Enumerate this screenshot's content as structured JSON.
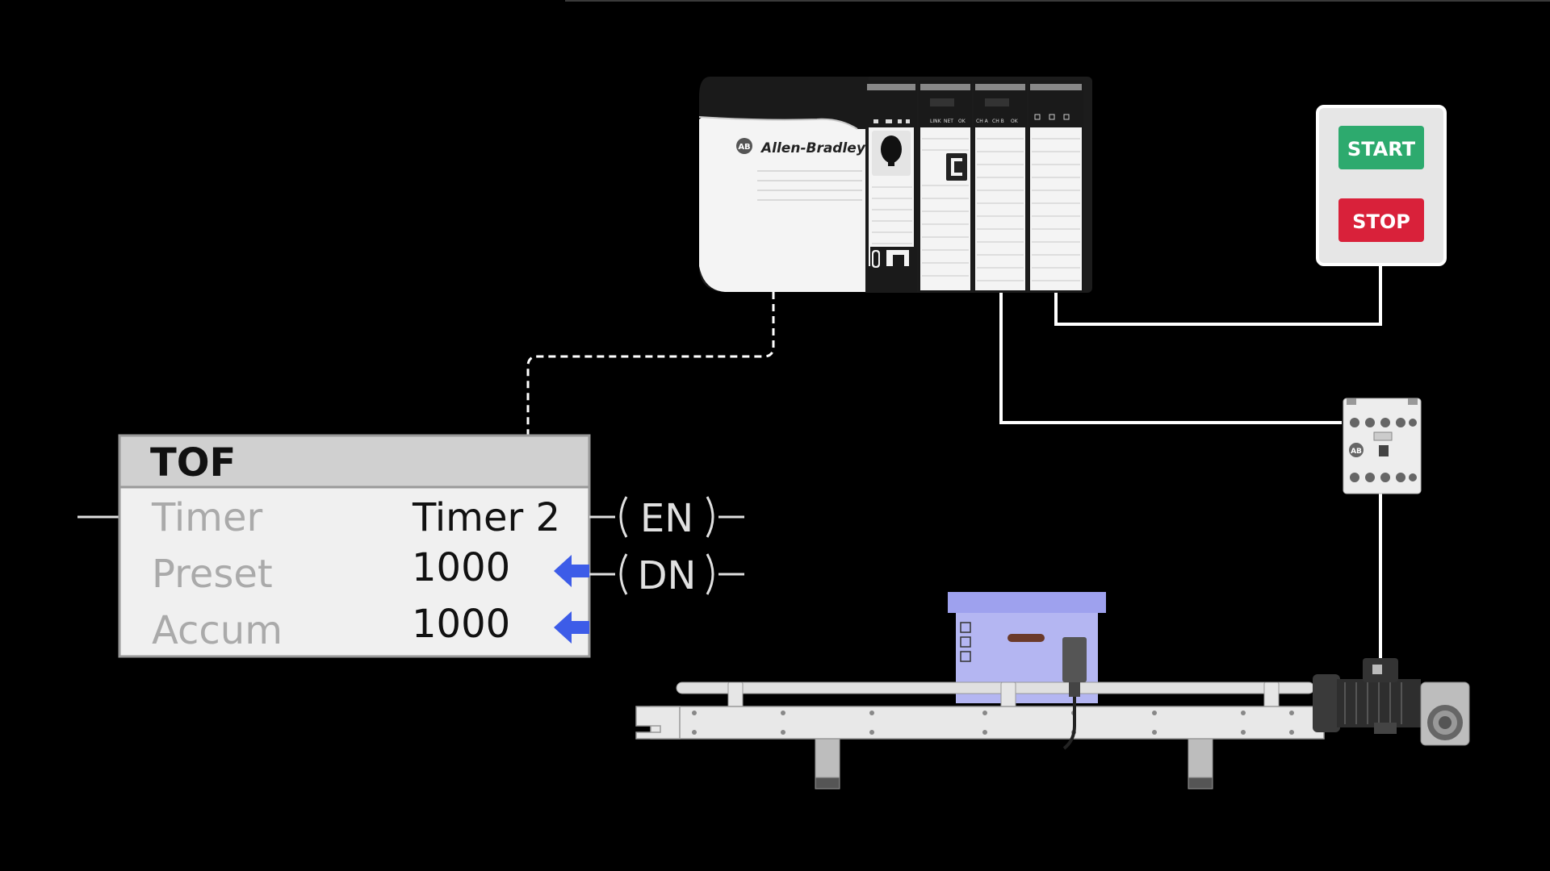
{
  "plc": {
    "brand": "Allen-Bradley",
    "logo": "AB",
    "module_labels": [
      [
        "LINK",
        "NET",
        "OK"
      ],
      [
        "CH A",
        "CH B",
        "OK"
      ]
    ]
  },
  "pushbutton_station": {
    "start_label": "START",
    "stop_label": "STOP",
    "start_color": "#2daa6e",
    "stop_color": "#d9213a"
  },
  "contactor": {
    "logo": "AB"
  },
  "tof_block": {
    "title": "TOF",
    "rows": [
      {
        "label": "Timer",
        "value": "Timer 2"
      },
      {
        "label": "Preset",
        "value": "1000"
      },
      {
        "label": "Accum",
        "value": "1000"
      }
    ],
    "arrow_color": "#3d5ce8"
  },
  "outputs": [
    {
      "label": "EN"
    },
    {
      "label": "DN"
    }
  ],
  "colors": {
    "background": "#000000",
    "box_color": "#b4b6f2",
    "wire": "#ffffff"
  }
}
